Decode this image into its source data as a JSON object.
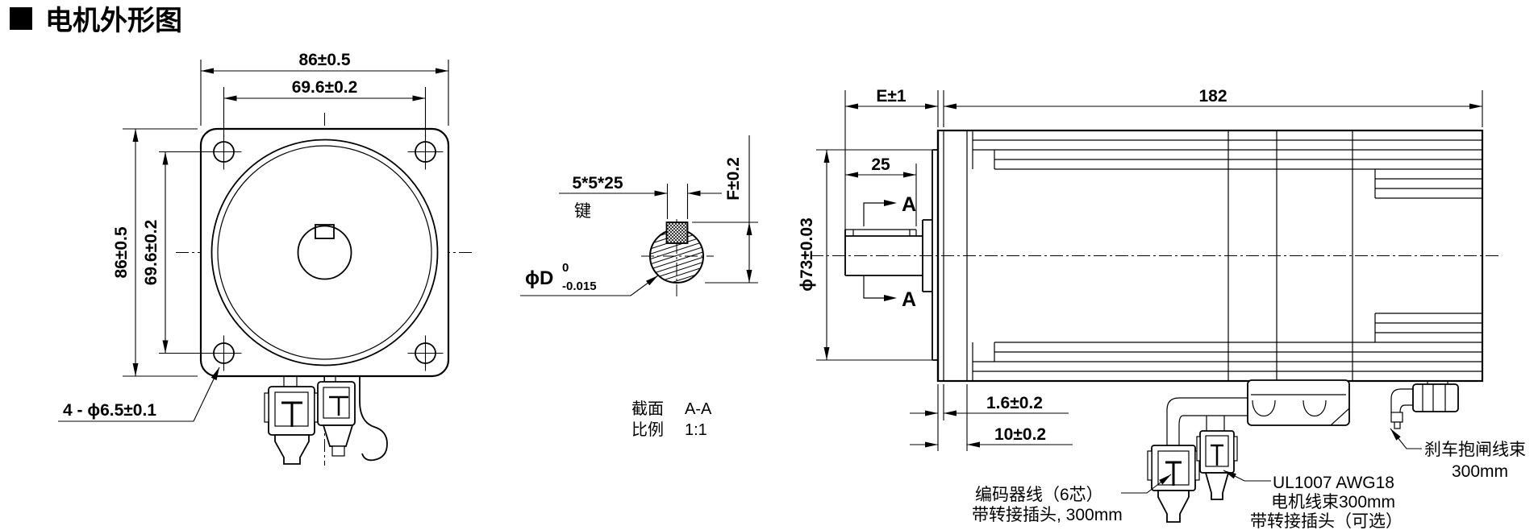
{
  "title": "电机外形图",
  "front": {
    "dim_top_outer": "86±0.5",
    "dim_top_inner": "69.6±0.2",
    "dim_left_outer": "86±0.5",
    "dim_left_inner": "69.6±0.2",
    "holes_label": "4 - ϕ6.5±0.1"
  },
  "section": {
    "key_spec": "5*5*25",
    "key_label": "键",
    "dia_prefix": "ϕD",
    "dia_sup": "0",
    "dia_sub": "-0.015",
    "height_dim": "F±0.2",
    "caption_label_1": "截面",
    "caption_value_1": "A-A",
    "caption_label_2": "比例",
    "caption_value_2": "1:1"
  },
  "side": {
    "dim_shaft_ext": "E±1",
    "dim_body_len": "182",
    "dim_key_len": "25",
    "dim_pilot_dia": "ϕ73±0.03",
    "dim_flange_thk": "1.6±0.2",
    "dim_boss_depth": "10±0.2",
    "section_marker_top": "A",
    "section_marker_bottom": "A",
    "encoder_label_1": "编码器线（6芯）",
    "encoder_label_2": "带转接插头, 300mm",
    "motor_label_1": "UL1007 AWG18",
    "motor_label_2": "电机线束300mm",
    "motor_label_3": "带转接插头（可选）",
    "brake_label_1": "刹车抱闸线束",
    "brake_label_2": "300mm"
  },
  "colors": {
    "line": "#000000",
    "background": "#ffffff"
  }
}
